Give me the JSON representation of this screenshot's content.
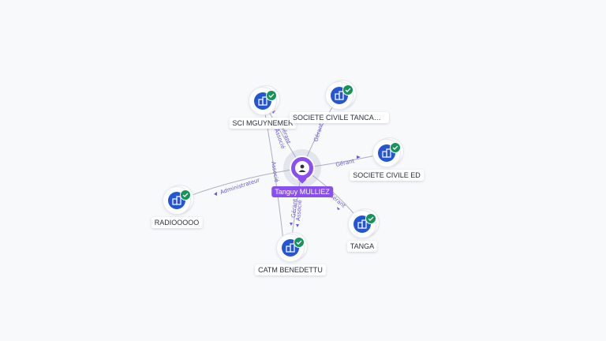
{
  "graph": {
    "center": {
      "label": "Tanguy MULLIEZ",
      "color": "#8a4ff0",
      "icon": "person-icon"
    },
    "companies": [
      {
        "id": "sci",
        "label": "SCI MGUYNEMER",
        "stacked": true,
        "icon": "building-icon",
        "badge": "check-icon"
      },
      {
        "id": "tancarville",
        "label": "SOCIETE CIVILE TANCARVILLE",
        "stacked": true,
        "icon": "building-icon",
        "badge": "check-icon"
      },
      {
        "id": "ed",
        "label": "SOCIETE CIVILE ED",
        "stacked": true,
        "icon": "building-icon",
        "badge": "check-icon"
      },
      {
        "id": "radio",
        "label": "RADIOOOOO",
        "stacked": true,
        "icon": "building-icon",
        "badge": "check-icon"
      },
      {
        "id": "tanga",
        "label": "TANGA",
        "stacked": true,
        "icon": "building-icon",
        "badge": "check-icon"
      },
      {
        "id": "catm",
        "label": "CATM BENEDETTU",
        "stacked": true,
        "icon": "building-icon",
        "badge": "check-icon"
      }
    ],
    "edges": [
      {
        "target": "sci",
        "labels": [
          "Gérant",
          "Associé"
        ]
      },
      {
        "target": "tancarville",
        "labels": [
          "Gérant"
        ]
      },
      {
        "target": "ed",
        "labels": [
          "Gérant"
        ]
      },
      {
        "target": "radio",
        "labels": [
          "Administrateur"
        ]
      },
      {
        "target": "tanga",
        "labels": [
          "Gérant"
        ]
      },
      {
        "target": "catm",
        "labels": [
          "Gérant",
          "Associé"
        ]
      },
      {
        "target": "catm",
        "labels": [
          "Associé"
        ]
      }
    ],
    "colors": {
      "company": "#2456d3",
      "verified": "#14935a",
      "edge_label": "#6b58d6",
      "edge": "#a9b0c2"
    }
  }
}
